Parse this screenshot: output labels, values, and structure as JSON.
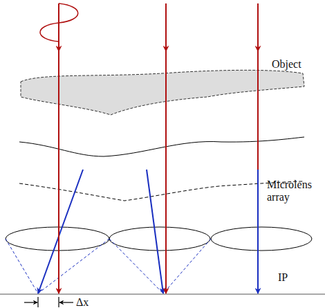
{
  "diagram": {
    "labels": [
      "Object",
      "Microlens array",
      "IP",
      "Δx"
    ]
  }
}
